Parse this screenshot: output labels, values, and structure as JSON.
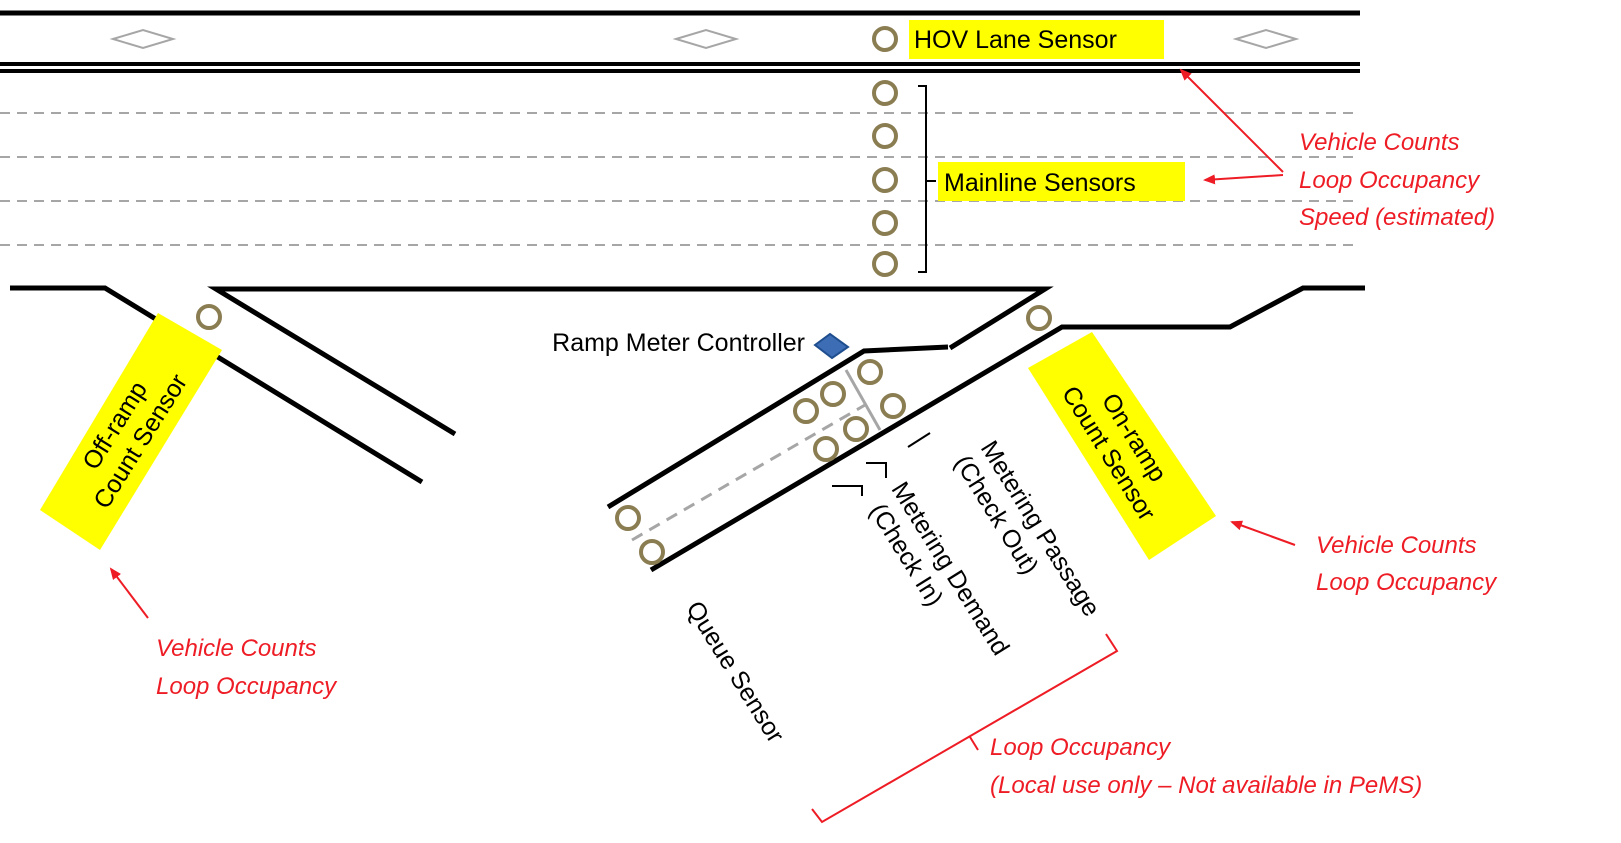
{
  "labels": {
    "hov": "HOV Lane Sensor",
    "mainline": "Mainline Sensors",
    "offramp_line1": "Off-ramp",
    "offramp_line2": "Count Sensor",
    "onramp_line1": "On-ramp",
    "onramp_line2": "Count Sensor",
    "controller": "Ramp Meter Controller",
    "passage_line1": "Metering Passage",
    "passage_line2": "(Check Out)",
    "demand_line1": "Metering Demand",
    "demand_line2": "(Check In)",
    "queue": "Queue Sensor"
  },
  "notes": {
    "mainline_1": "Vehicle Counts",
    "mainline_2": "Loop Occupancy",
    "mainline_3": "Speed (estimated)",
    "onramp_1": "Vehicle Counts",
    "onramp_2": "Loop Occupancy",
    "offramp_1": "Vehicle Counts",
    "offramp_2": "Loop Occupancy",
    "local_1": "Loop Occupancy",
    "local_2": "(Local use only – Not available in PeMS)"
  },
  "colors": {
    "highlight": "#ffff00",
    "annotation": "#ee1c25",
    "sensor": "#8b7d52",
    "controller": "#3d6db5",
    "road": "#000000",
    "lane_divider": "#a6a6a6"
  },
  "icons": {
    "sensor": "loop-detector-circle",
    "controller": "controller-diamond",
    "hov": "diamond-lane-marker"
  }
}
